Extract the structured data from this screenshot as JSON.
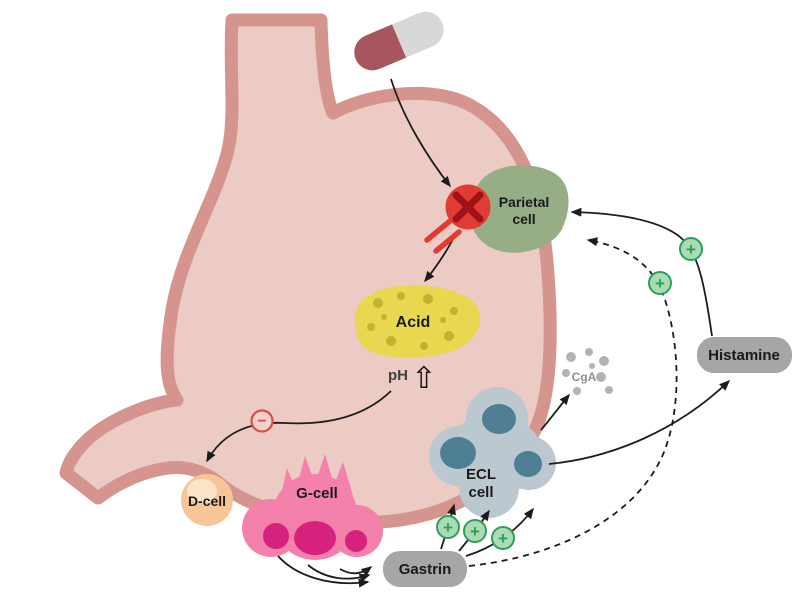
{
  "palette": {
    "background": "#ffffff",
    "stomach_fill": "#eccbc5",
    "stomach_outline": "#d6948e",
    "capsule_dark": "#a85560",
    "capsule_light": "#d8d8d8",
    "blocked_red": "#e13b33",
    "blocked_x_dark": "#a01217",
    "parietal_green": "#97ad85",
    "acid_yellow": "#e9d84f",
    "acid_dot": "#c2b233",
    "d_cell_peach": "#f6c697",
    "d_cell_inner": "#fce4c9",
    "g_cell_pink": "#f381ac",
    "g_cell_nucleus": "#d6217e",
    "ecl_body": "#bcc8d0",
    "ecl_nucleus": "#4f7f95",
    "label_pill_gray": "#a6a6a6",
    "cga_dot_gray": "#b3b3b3",
    "cga_text_gray": "#8f8f8f",
    "plus_green_fill": "#a9dcb2",
    "plus_green_stroke": "#2f9e5c",
    "minus_red": "#d85047",
    "minus_fill": "#f6d0cb",
    "arrow_black": "#1c1c1c"
  },
  "labels": {
    "parietal_line1": "Parietal",
    "parietal_line2": "cell",
    "acid": "Acid",
    "ph": "pH",
    "d_cell": "D-cell",
    "g_cell": "G-cell",
    "ecl_line1": "ECL",
    "ecl_line2": "cell",
    "cga": "CgA",
    "histamine": "Histamine",
    "gastrin": "Gastrin"
  },
  "symbols": {
    "plus": "+",
    "minus": "−",
    "ph_up_arrow": "⇧"
  }
}
